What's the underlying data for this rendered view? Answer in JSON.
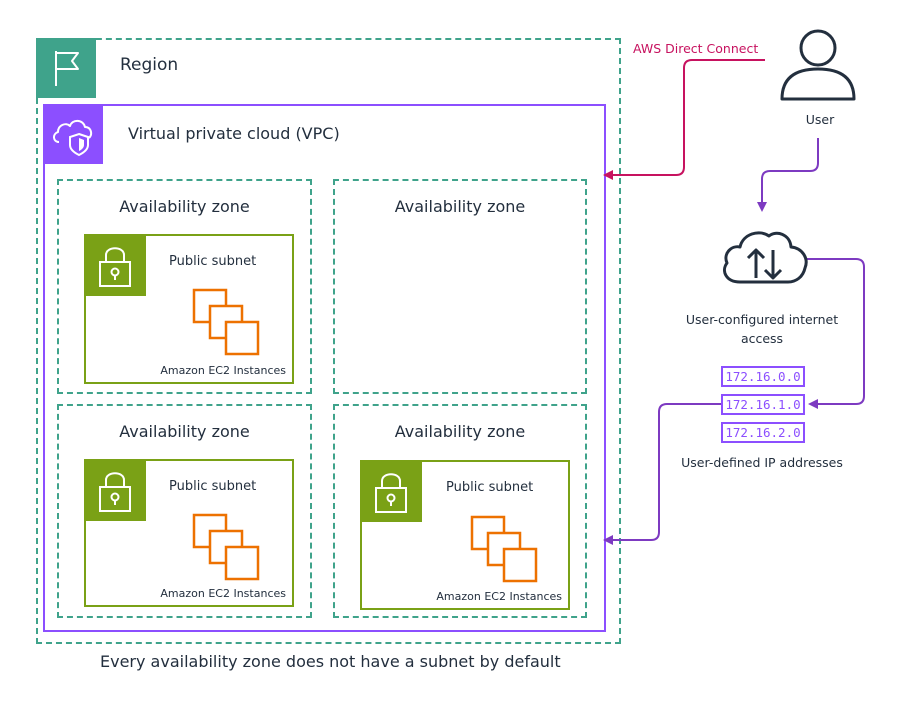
{
  "region": {
    "label": "Region"
  },
  "vpc": {
    "label": "Virtual private cloud (VPC)"
  },
  "zones": [
    {
      "label": "Availability zone",
      "subnet": {
        "label": "Public subnet",
        "instances_label": "Amazon EC2 Instances"
      }
    },
    {
      "label": "Availability zone"
    },
    {
      "label": "Availability zone",
      "subnet": {
        "label": "Public subnet",
        "instances_label": "Amazon EC2 Instances"
      }
    },
    {
      "label": "Availability zone",
      "subnet": {
        "label": "Public subnet",
        "instances_label": "Amazon EC2 Instances"
      }
    }
  ],
  "user": {
    "label": "User",
    "icon": "user-icon"
  },
  "direct_connect": {
    "label": "AWS Direct Connect",
    "color": "#c7125f"
  },
  "internet": {
    "label": "User-configured internet access",
    "icon": "cloud-upload-download-icon"
  },
  "ip_addresses": {
    "items": [
      "172.16.0.0",
      "172.16.1.0",
      "172.16.2.0"
    ],
    "label": "User-defined IP addresses"
  },
  "footer": "Every availability zone does not have a subnet by default",
  "colors": {
    "region": "#3fa38b",
    "vpc": "#8c4fff",
    "subnet": "#7aa116",
    "ec2": "#ed7100",
    "direct_connect": "#c7125f",
    "internet_arrow": "#7d3ac1"
  }
}
